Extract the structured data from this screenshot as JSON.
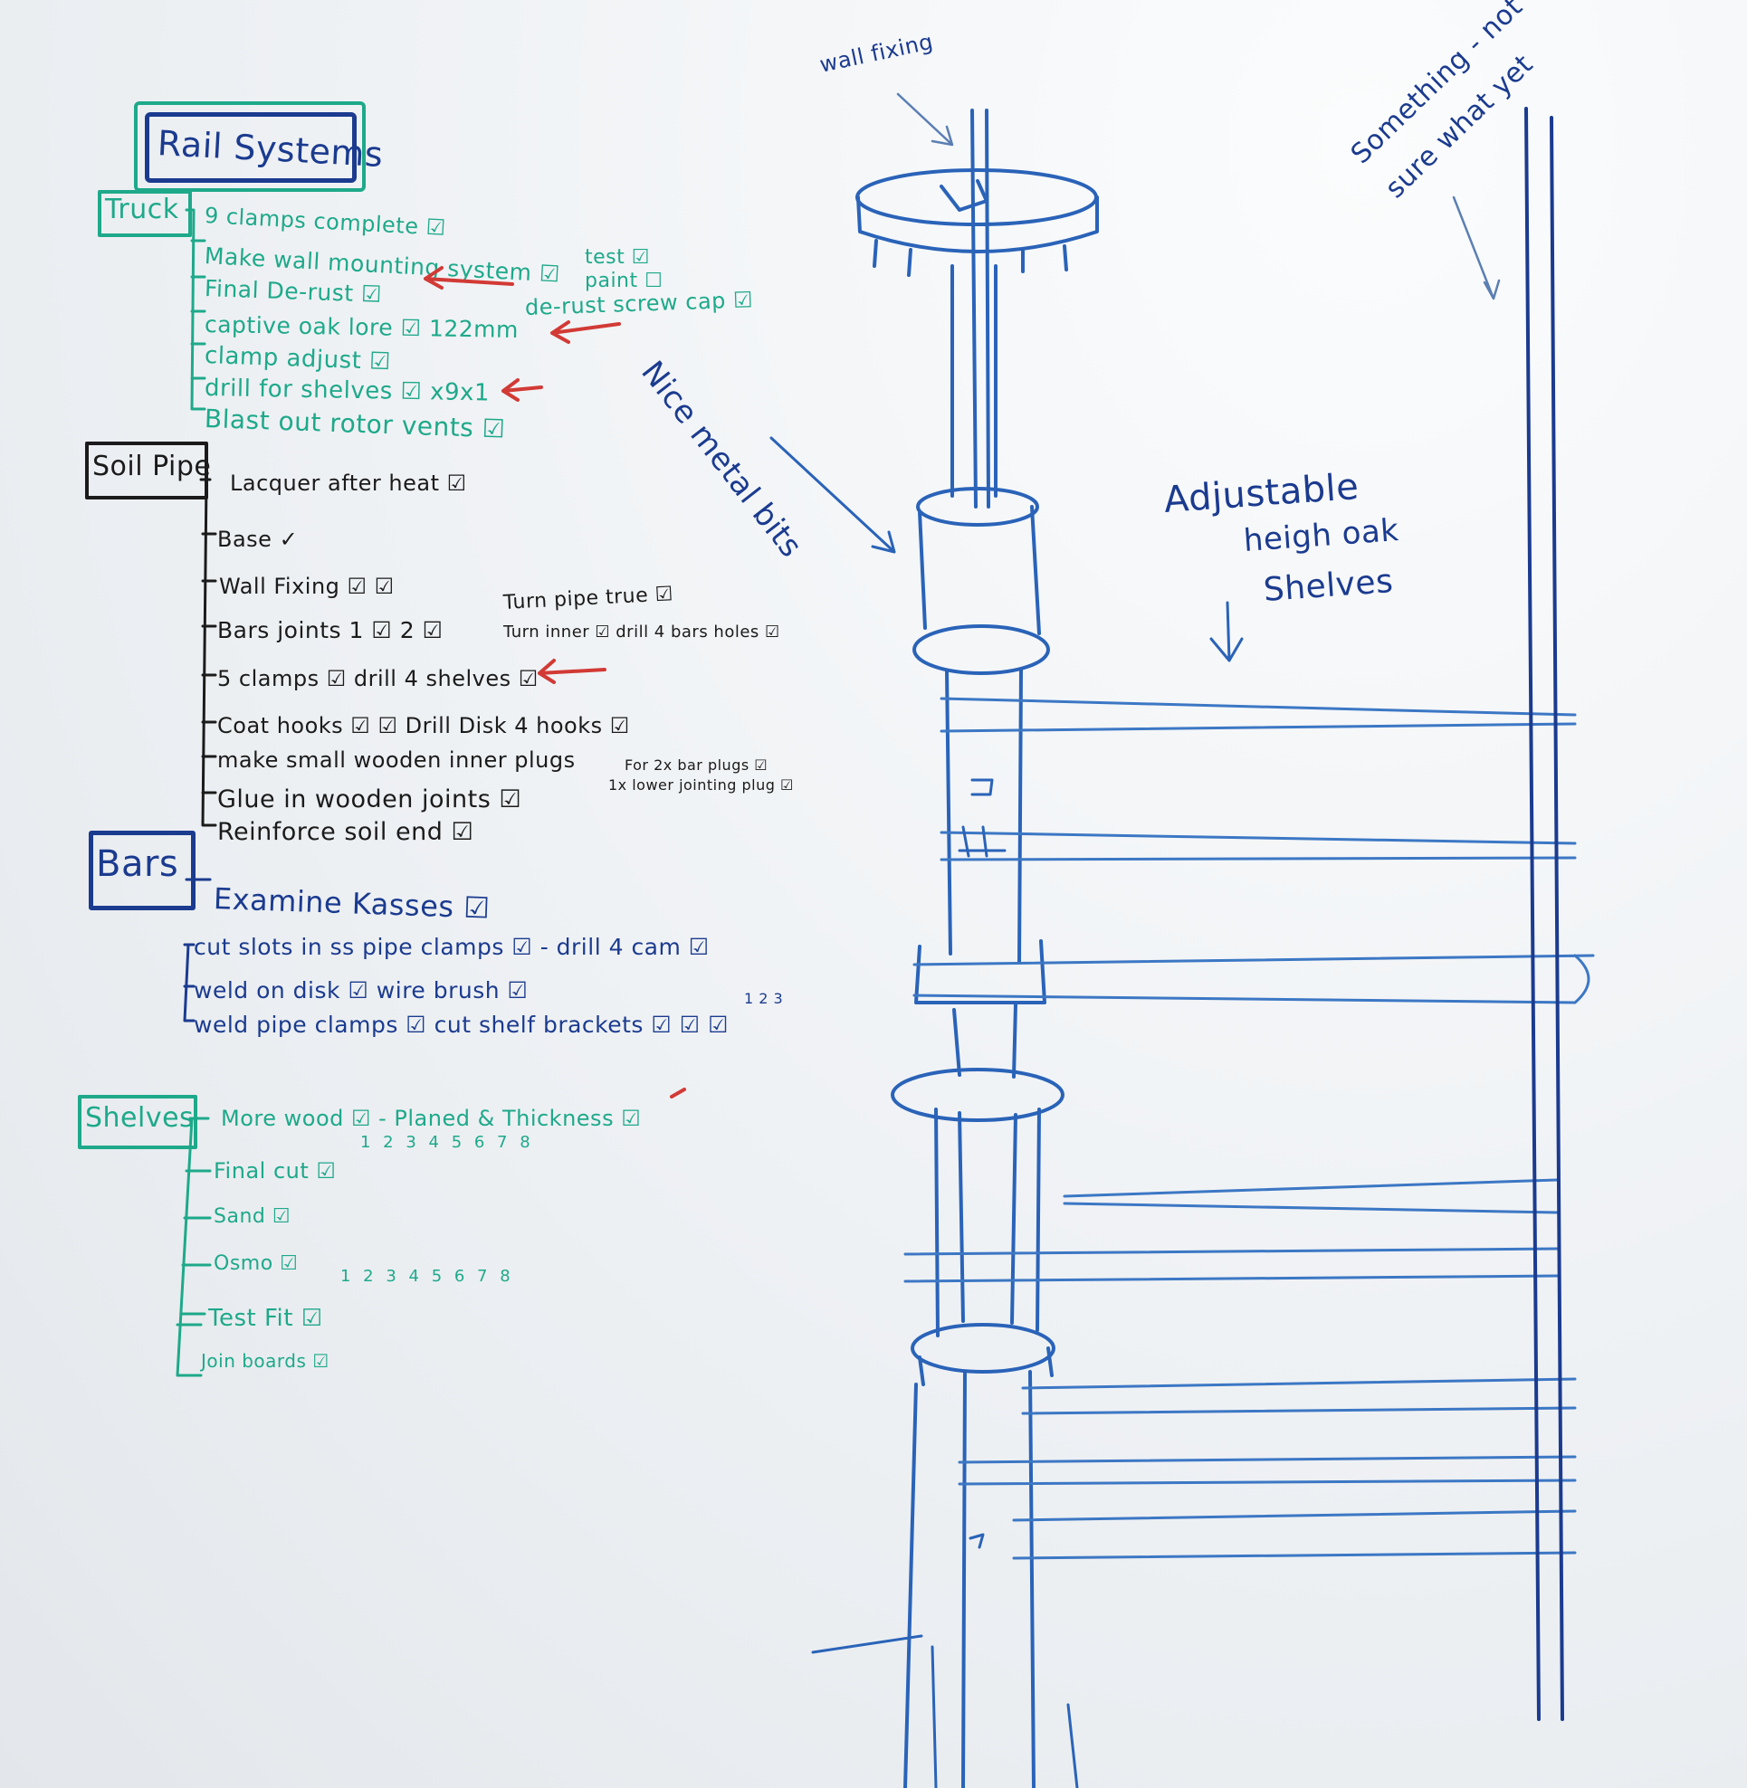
{
  "colors": {
    "board": "#eef1f4",
    "green_marker": "#1ea98a",
    "black_marker": "#1b1b1b",
    "navy_marker": "#1b3b8f",
    "blue_marker": "#2a63b8",
    "red_marker": "#d23a35"
  },
  "title": "Rail Systems",
  "truck": {
    "heading": "Truck",
    "items": [
      "9 clamps complete ☑",
      "Make wall mounting system ☑",
      "Final De-rust ☑",
      "captive oak lore ☑ 122mm",
      "clamp adjust ☑",
      "drill for shelves ☑ x9x1",
      "Blast out rotor vents ☑"
    ],
    "side_notes": [
      "test ☑",
      "paint ☐",
      "de-rust screw cap ☑"
    ]
  },
  "soil_pipe": {
    "heading": "Soil Pipe",
    "items": [
      "Lacquer after heat ☑",
      "Base ✓",
      "Wall Fixing ☑ ☑",
      "Bars joints 1 ☑  2 ☑",
      "5 clamps ☑  drill 4 shelves ☑",
      "Coat hooks ☑ ☑ Drill Disk 4 hooks ☑",
      "make small wooden inner plugs",
      "Glue in wooden joints ☑",
      "Reinforce soil end ☑"
    ],
    "side_notes": [
      "Turn pipe true ☑",
      "Turn inner ☑ drill 4 bars holes ☑",
      "For 2x bar plugs ☑",
      "1x lower jointing plug ☑"
    ]
  },
  "bars": {
    "heading": "Bars",
    "items": [
      "Examine Kasses ☑",
      "cut slots in ss pipe clamps ☑ - drill 4 cam ☑",
      "weld on disk ☑  wire brush ☑",
      "weld pipe clamps ☑  cut shelf brackets ☑ ☑ ☑"
    ],
    "bracket_numbers": "1 2 3"
  },
  "shelves": {
    "heading": "Shelves",
    "items": [
      "More wood ☑ - Planed & Thickness ☑",
      "Final cut ☑",
      "Sand ☑",
      "Osmo ☑",
      "Test Fit ☑",
      "Join boards ☑"
    ],
    "shelf_numbers": "1 2 3 4 5 6 7 8"
  },
  "drawing_labels": {
    "wall_fixing": "wall fixing",
    "nice_metal_bits": "Nice metal bits",
    "adjustable_shelves": [
      "Adjustable",
      "heigh oak",
      "Shelves"
    ],
    "something": [
      "Something - not",
      "sure what yet"
    ]
  }
}
